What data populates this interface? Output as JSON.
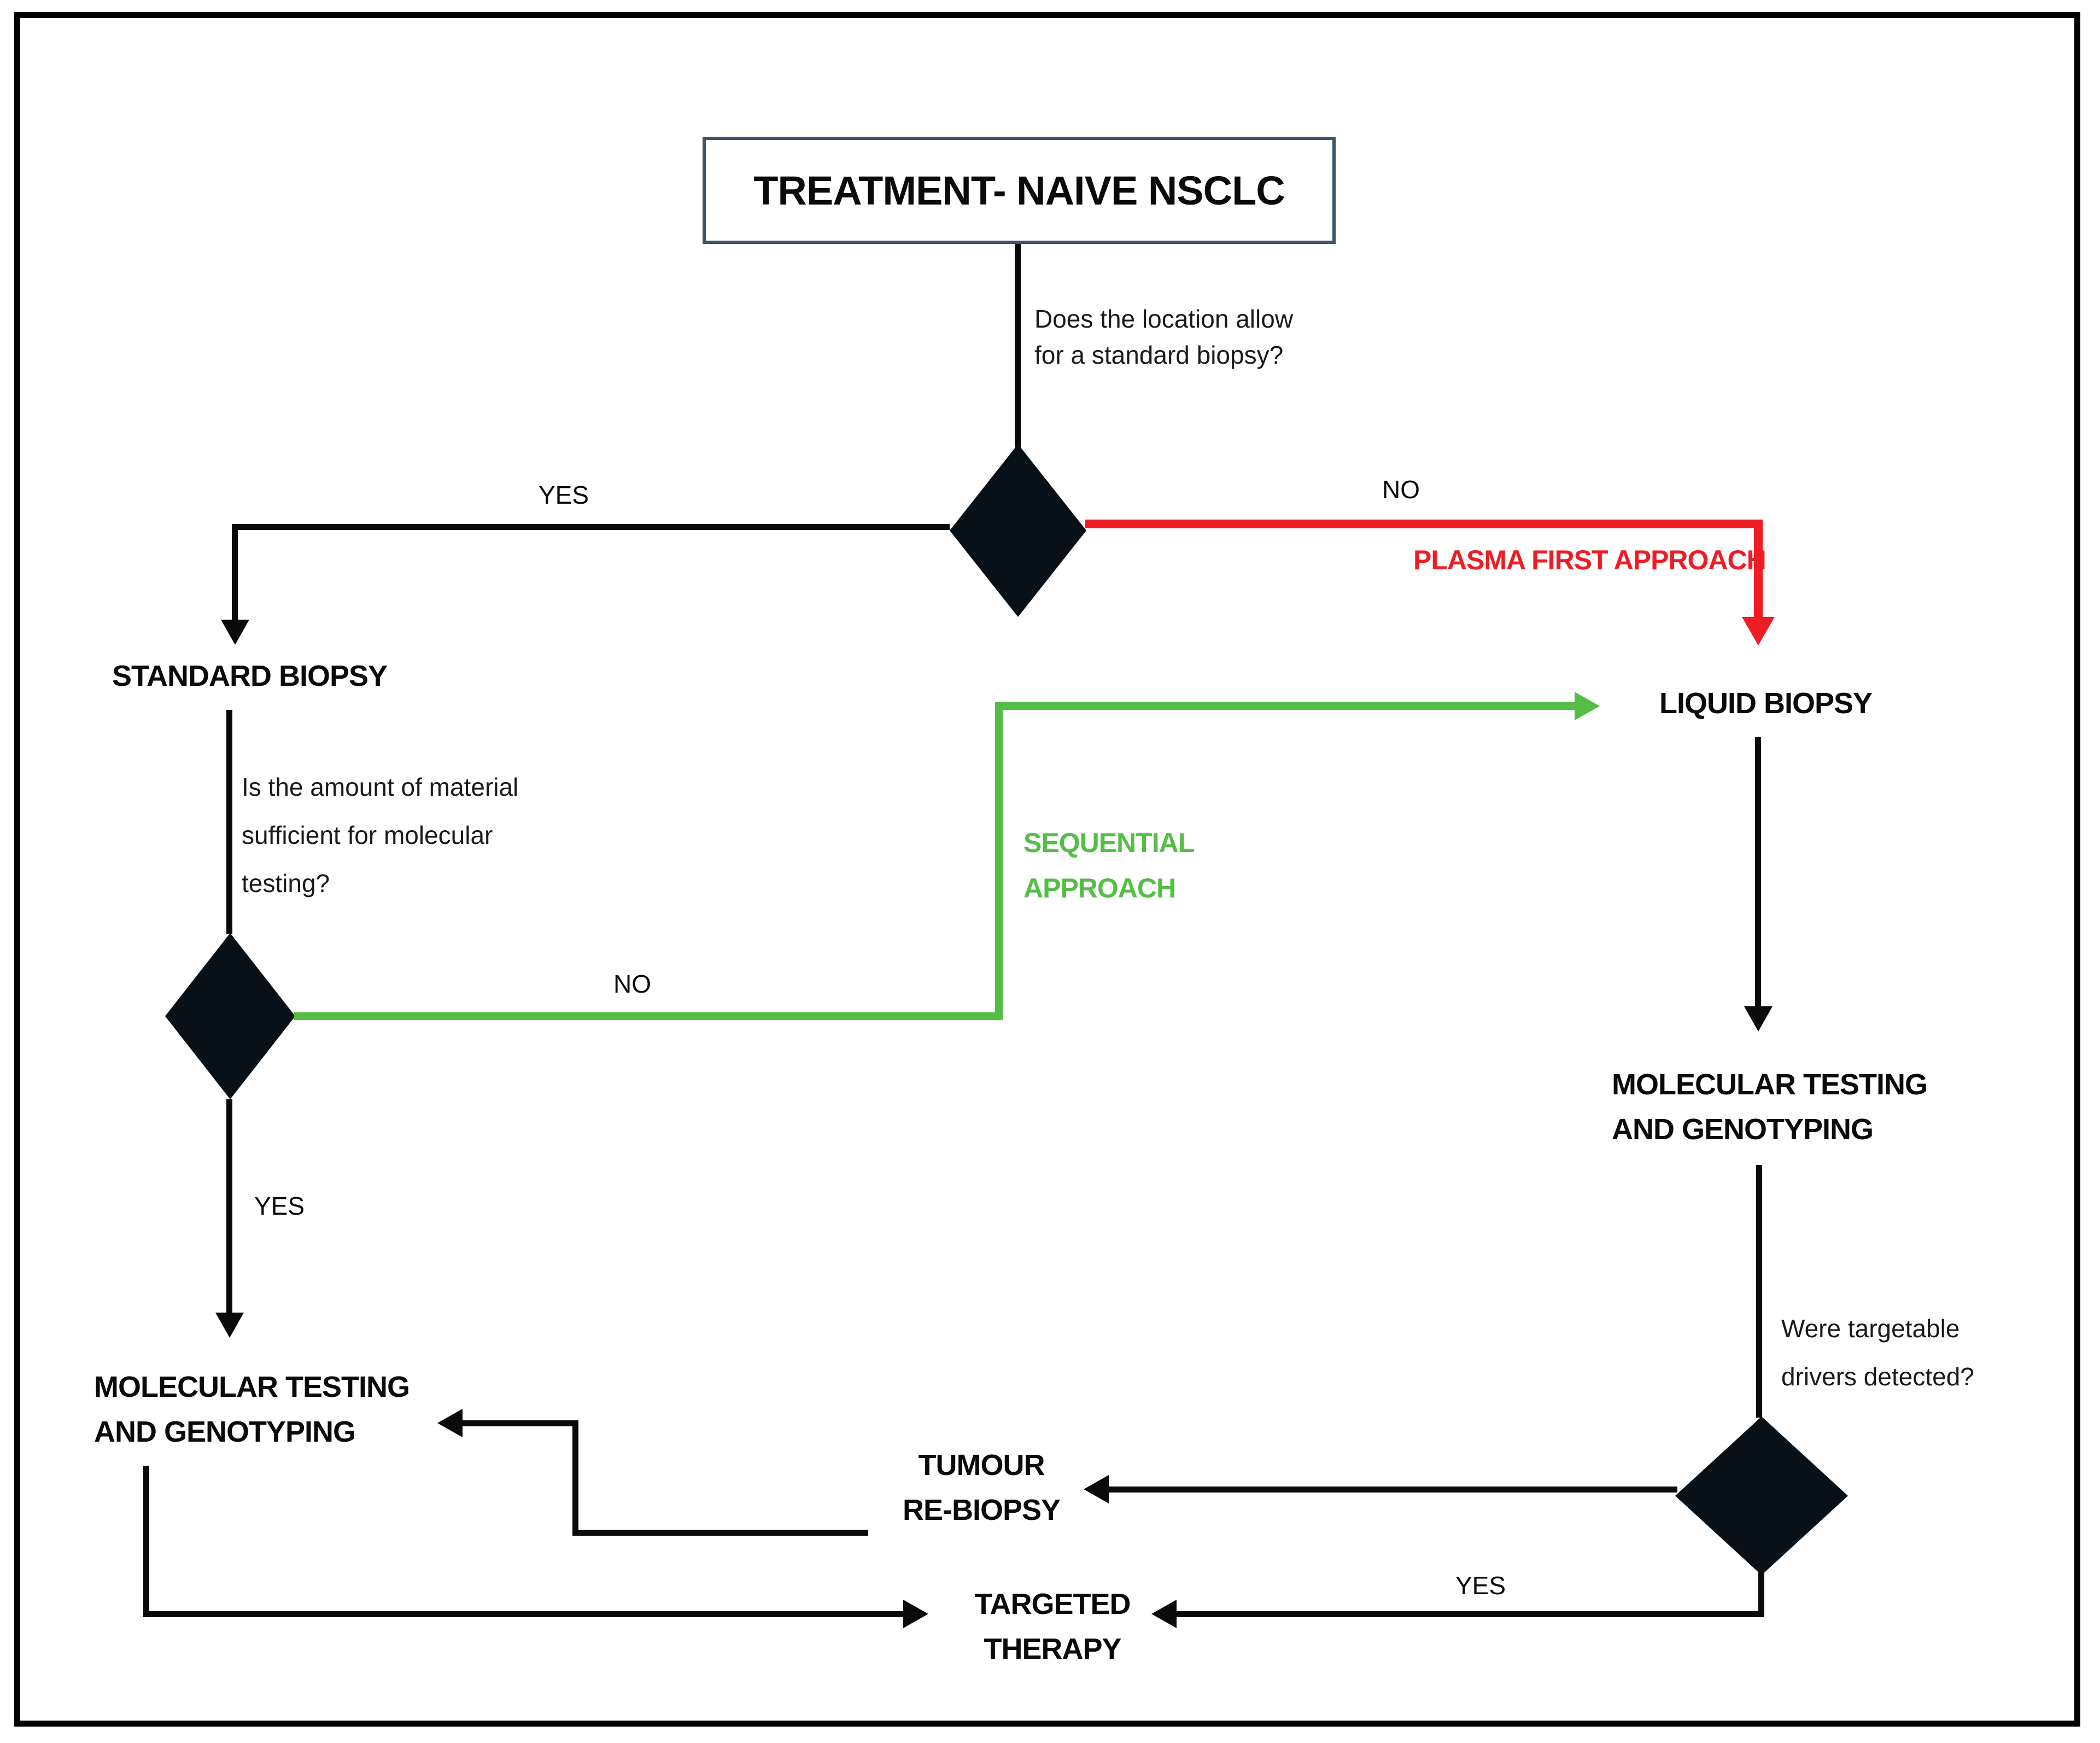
{
  "title": "TREATMENT- NAIVE NSCLC",
  "colors": {
    "line_black": "#0a0a0a",
    "plasma_red": "#ee1c23",
    "sequential_green": "#55be47",
    "title_border_navy": "#3e5468",
    "diamond_fill": "#081018"
  },
  "nodes": {
    "standard_biopsy": "STANDARD BIOPSY",
    "liquid_biopsy": "LIQUID BIOPSY",
    "molecular_left": {
      "line1": "MOLECULAR TESTING",
      "line2": "AND GENOTYPING"
    },
    "molecular_right": {
      "line1": "MOLECULAR TESTING",
      "line2": "AND GENOTYPING"
    },
    "tumour_rebiopsy": {
      "line1": "TUMOUR",
      "line2": "RE-BIOPSY"
    },
    "targeted_therapy": {
      "line1": "TARGETED",
      "line2": "THERAPY"
    }
  },
  "questions": {
    "location": {
      "line1": "Does the location allow",
      "line2": "for a standard biopsy?"
    },
    "material": {
      "line1": "Is the amount of material",
      "line2": "sufficient for molecular",
      "line3": "testing?"
    },
    "drivers": {
      "line1": "Were targetable",
      "line2": "drivers detected?"
    }
  },
  "branch_labels": {
    "yes1": "YES",
    "no1": "NO",
    "plasma_first": "PLASMA FIRST APPROACH",
    "no2": "NO",
    "sequential": {
      "line1": "SEQUENTIAL",
      "line2": "APPROACH"
    },
    "yes2": "YES",
    "yes3": "YES"
  }
}
